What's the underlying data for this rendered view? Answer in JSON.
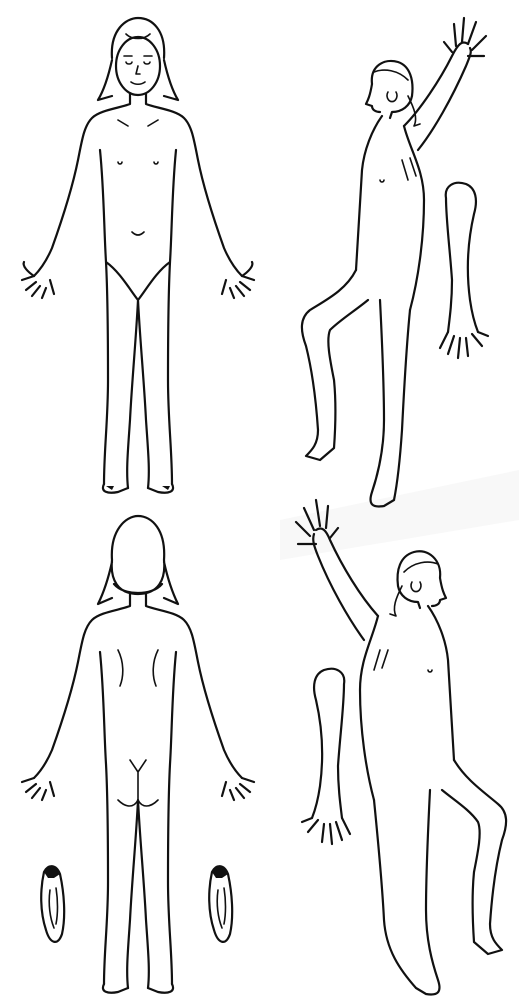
{
  "diagram": {
    "colors": {
      "ink": "#111111",
      "paper": "#ffffff"
    },
    "views": [
      {
        "id": "front-view"
      },
      {
        "id": "back-view"
      },
      {
        "id": "right-lateral-view"
      },
      {
        "id": "left-lateral-view"
      },
      {
        "id": "right-inner-arm-view"
      },
      {
        "id": "left-inner-arm-view"
      },
      {
        "id": "right-sole-view"
      },
      {
        "id": "left-sole-view"
      }
    ]
  }
}
